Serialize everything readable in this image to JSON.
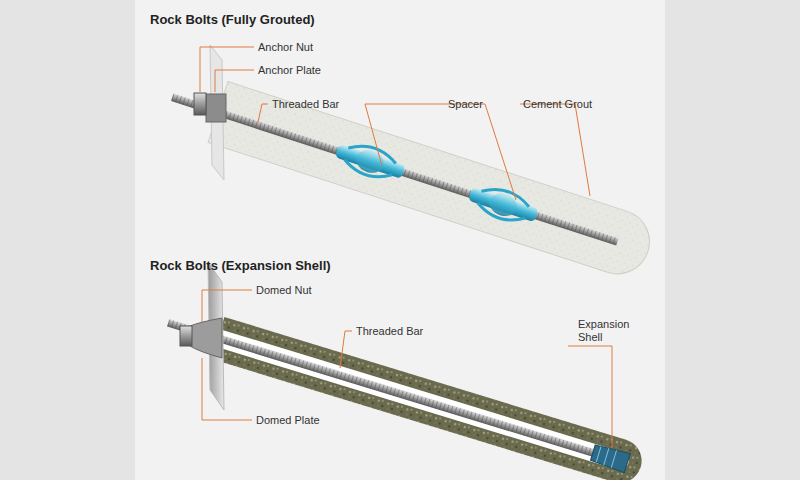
{
  "diagram": {
    "labels": [
      "Rock Bolts (Fully Grouted)",
      "Anchor Nut",
      "Anchor Plate",
      "Threaded Bar",
      "Spacer",
      "Cement Grout",
      "Rock Bolts (Expansion Shell)",
      "Domed Nut",
      "Threaded Bar",
      "Expansion Shell",
      "Domed Plate"
    ]
  }
}
